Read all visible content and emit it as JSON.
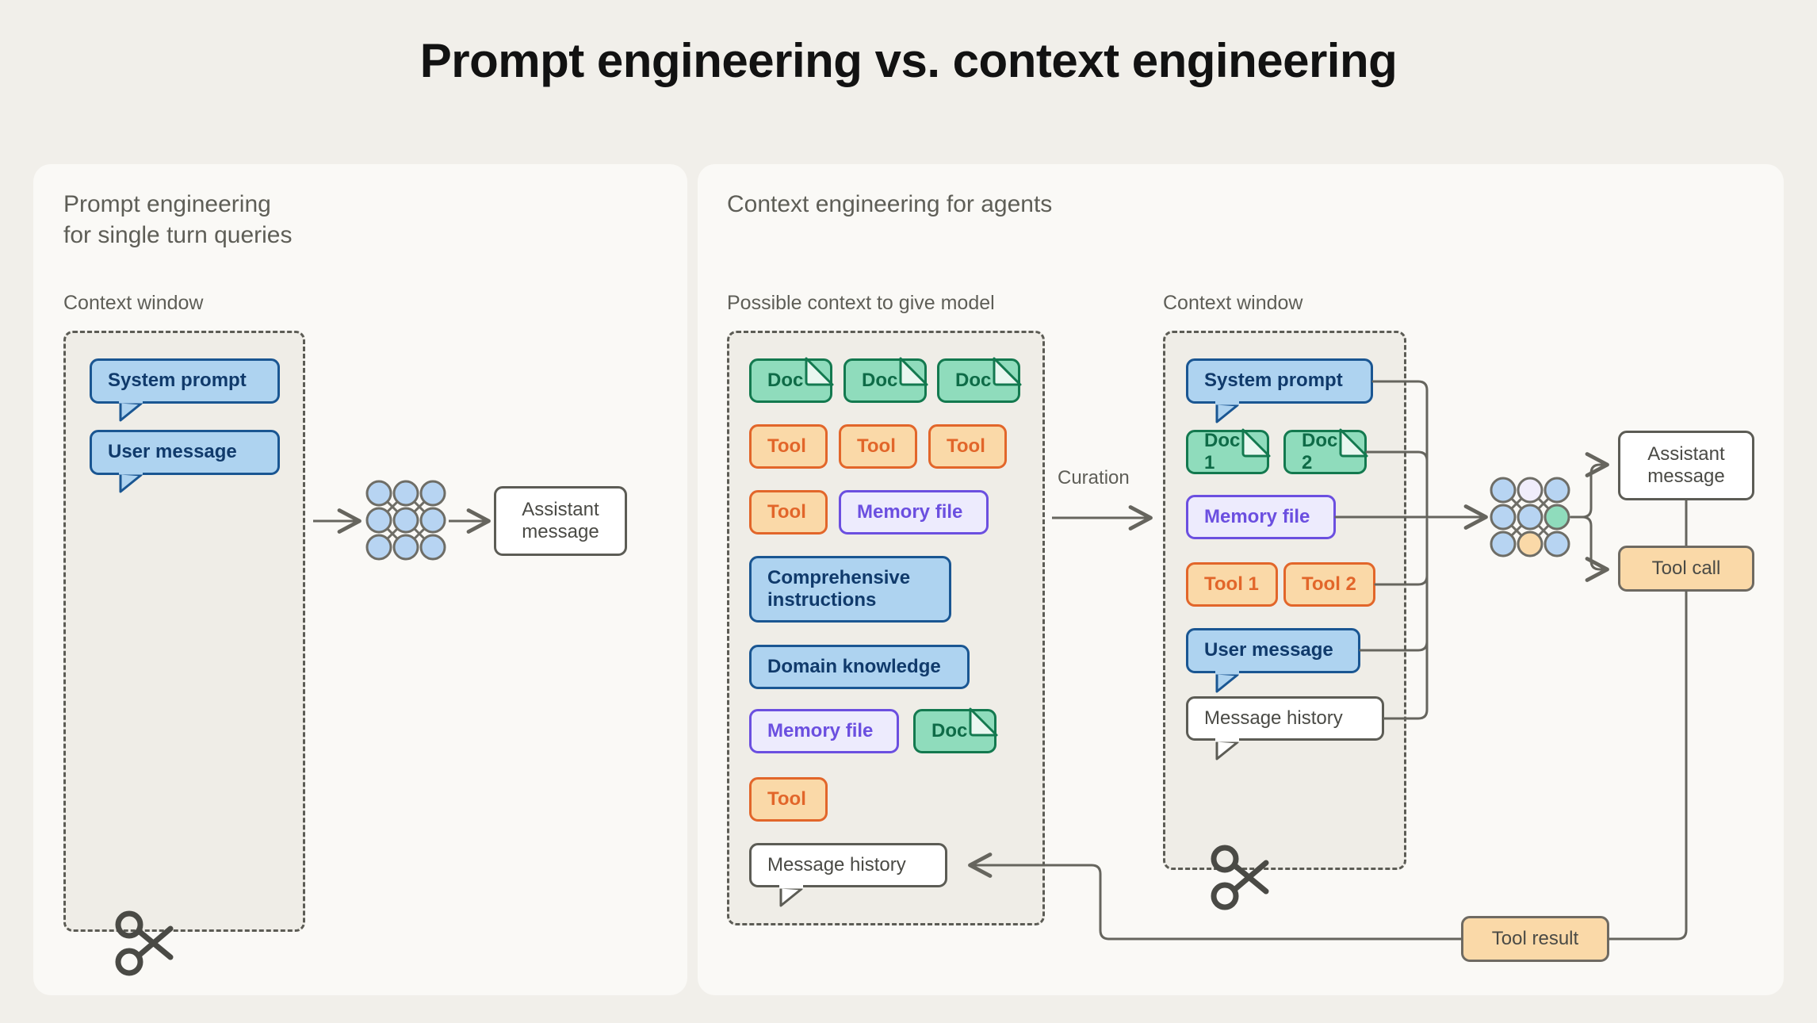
{
  "title": "Prompt engineering vs. context engineering",
  "theme": {
    "page_bg": "#F1EFEA",
    "panel_bg": "#FAF9F6",
    "dashed_bg": "#EFEDE7",
    "dashed_border": "#5C5C55",
    "blue_fill": "#AED3F0",
    "blue_border": "#1A5692",
    "blue_text": "#103A6B",
    "green_fill": "#8FDCBC",
    "green_border": "#13794F",
    "green_text": "#0E6B47",
    "orange_fill": "#FAD9A8",
    "orange_border": "#E2662A",
    "orange_text": "#E2662A",
    "purple_fill": "#EDEBFD",
    "purple_border": "#6B4FE0",
    "purple_text": "#6B4FE0",
    "neutral_text": "#5E5E57",
    "connector": "#66655E"
  },
  "left_panel": {
    "heading": "Prompt engineering\nfor single turn queries",
    "context_window_label": "Context window",
    "nodes": [
      {
        "label": "System prompt",
        "kind": "blue",
        "shape": "bubble"
      },
      {
        "label": "User message",
        "kind": "blue",
        "shape": "bubble"
      }
    ],
    "output": {
      "label": "Assistant\nmessage",
      "kind": "plain"
    },
    "scissors_icon": "scissors-icon",
    "model_icon": "neural-network-icon"
  },
  "right_panel": {
    "heading": "Context engineering for agents",
    "possible_context_label": "Possible context to give model",
    "context_window_label": "Context window",
    "curation_label": "Curation",
    "possible_nodes": [
      {
        "label": "Doc",
        "kind": "green",
        "shape": "doc"
      },
      {
        "label": "Doc",
        "kind": "green",
        "shape": "doc"
      },
      {
        "label": "Doc",
        "kind": "green",
        "shape": "doc"
      },
      {
        "label": "Tool",
        "kind": "orange",
        "shape": "box"
      },
      {
        "label": "Tool",
        "kind": "orange",
        "shape": "box"
      },
      {
        "label": "Tool",
        "kind": "orange",
        "shape": "box"
      },
      {
        "label": "Tool",
        "kind": "orange",
        "shape": "box"
      },
      {
        "label": "Memory file",
        "kind": "purple",
        "shape": "box"
      },
      {
        "label": "Comprehensive\ninstructions",
        "kind": "blue",
        "shape": "box"
      },
      {
        "label": "Domain knowledge",
        "kind": "blue",
        "shape": "box"
      },
      {
        "label": "Memory file",
        "kind": "purple",
        "shape": "box"
      },
      {
        "label": "Doc",
        "kind": "green",
        "shape": "doc"
      },
      {
        "label": "Tool",
        "kind": "orange",
        "shape": "box"
      },
      {
        "label": "Message history",
        "kind": "plain",
        "shape": "bubble"
      }
    ],
    "context_nodes": [
      {
        "label": "System prompt",
        "kind": "blue",
        "shape": "bubble"
      },
      {
        "label": "Doc 1",
        "kind": "green",
        "shape": "doc"
      },
      {
        "label": "Doc 2",
        "kind": "green",
        "shape": "doc"
      },
      {
        "label": "Memory file",
        "kind": "purple",
        "shape": "box"
      },
      {
        "label": "Tool 1",
        "kind": "orange",
        "shape": "box"
      },
      {
        "label": "Tool 2",
        "kind": "orange",
        "shape": "box"
      },
      {
        "label": "User message",
        "kind": "blue",
        "shape": "bubble"
      },
      {
        "label": "Message history",
        "kind": "plain",
        "shape": "bubble"
      }
    ],
    "outputs": [
      {
        "label": "Assistant\nmessage",
        "kind": "plain"
      },
      {
        "label": "Tool call",
        "kind": "tan"
      },
      {
        "label": "Tool result",
        "kind": "tan"
      }
    ],
    "scissors_icon": "scissors-icon",
    "model_icon": "neural-network-icon"
  }
}
